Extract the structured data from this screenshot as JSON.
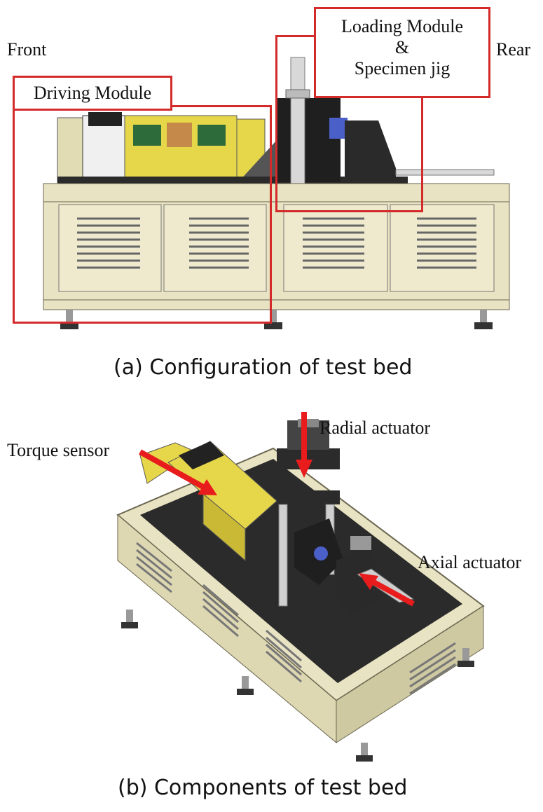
{
  "figure_a": {
    "label_front": "Front",
    "label_rear": "Rear",
    "driving_module": "Driving Module",
    "loading_module": [
      "Loading Module",
      "&",
      "Specimen jig"
    ],
    "caption": "(a) Configuration of test bed"
  },
  "figure_b": {
    "torque_sensor": "Torque sensor",
    "radial_actuator": "Radial actuator",
    "axial_actuator": "Axial actuator",
    "caption": "(b) Components of test bed"
  },
  "colors": {
    "highlight": "#d42a2a",
    "cabinet": "#e8e3c2",
    "motor": "#e6d64a",
    "steel": "#2b2b2b"
  }
}
